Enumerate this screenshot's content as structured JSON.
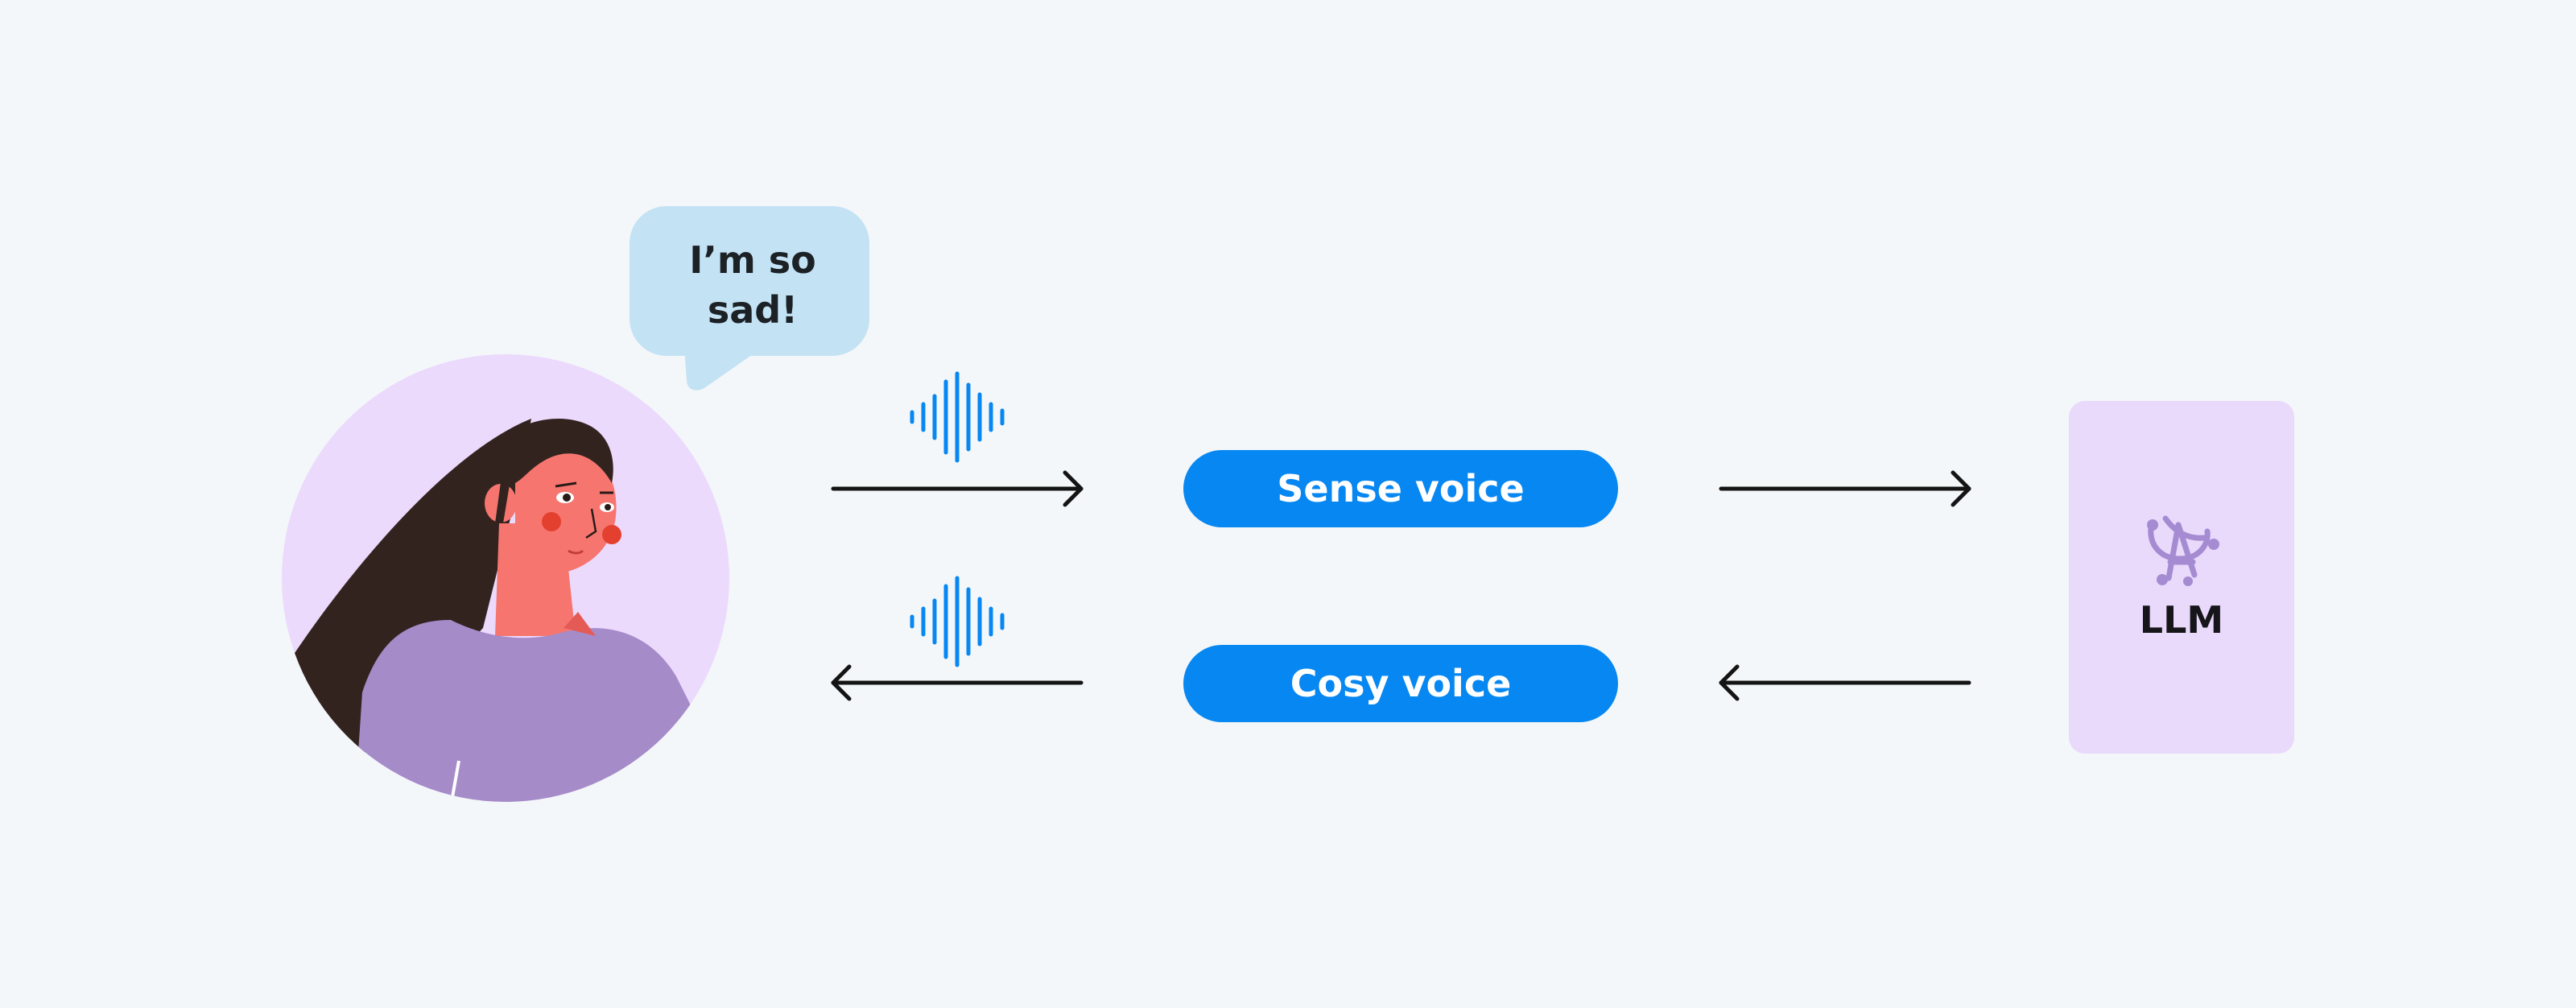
{
  "speech_bubble": {
    "text": "I’m so\nsad!"
  },
  "modules": {
    "speech_to_text": "Sense voice",
    "text_to_speech": "Cosy voice"
  },
  "llm": {
    "label": "LLM"
  },
  "colors": {
    "background": "#f3f7fa",
    "pill_blue": "#0787f1",
    "soundwave_blue": "#0787f1",
    "speech_bubble": "#c3e2f4",
    "avatar_circle": "#ebdafc",
    "llm_card": "#e9d9fb",
    "llm_icon": "#a58bd1"
  },
  "icons": [
    "soundwave-icon",
    "arrow-right-icon",
    "arrow-left-icon",
    "llm-logo-icon",
    "woman-avatar"
  ]
}
